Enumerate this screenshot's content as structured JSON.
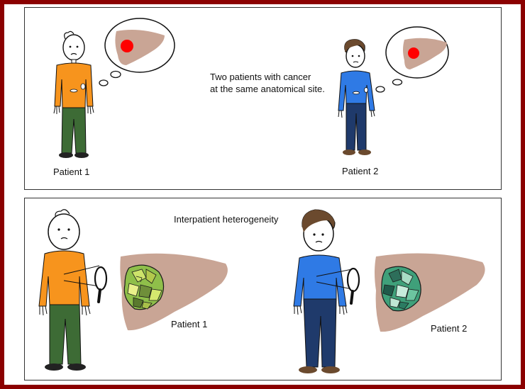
{
  "top_panel": {
    "caption_line1": "Two patients with cancer",
    "caption_line2": "at the same anatomical site.",
    "patient1_label": "Patient 1",
    "patient2_label": "Patient 2"
  },
  "bottom_panel": {
    "title": "Interpatient heterogeneity",
    "patient1_label": "Patient 1",
    "patient2_label": "Patient 2"
  },
  "colors": {
    "frame": "#8b0000",
    "orange_shirt": "#f7941d",
    "green_pants": "#3d6b35",
    "blue_shirt": "#2f7ae5",
    "navy_pants": "#1f3a6b",
    "liver": "#c9a595",
    "tumor_dot": "#ff0000"
  }
}
